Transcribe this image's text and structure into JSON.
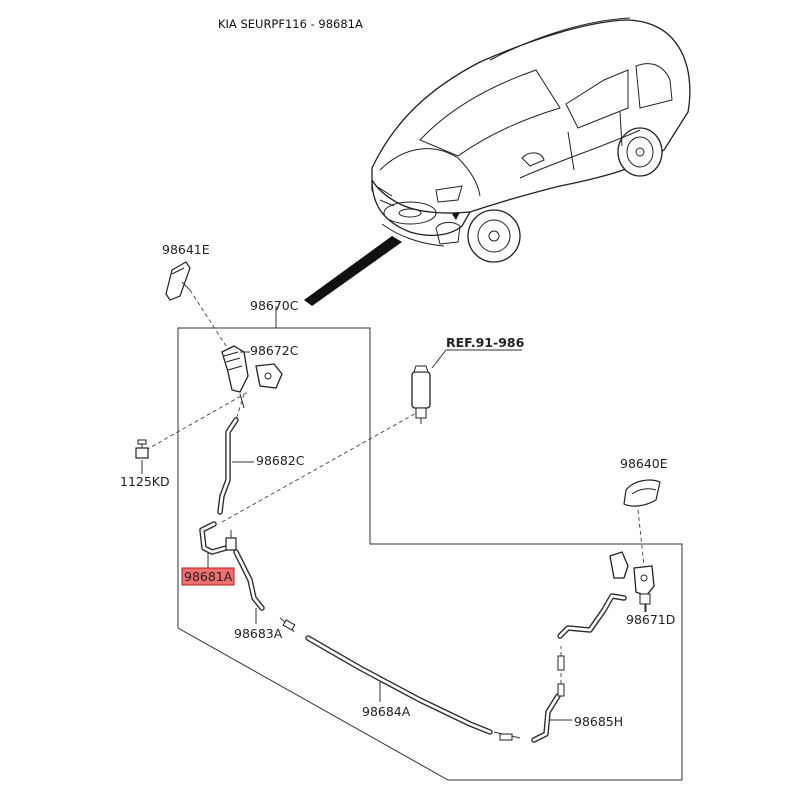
{
  "title": "KIA SEURPF116 - 98681A",
  "highlight_color": "#f26d6d",
  "line_color": "#333333",
  "labels": {
    "p98641E": "98641E",
    "p98670C": "98670C",
    "p98672C": "98672C",
    "ref": "REF.91-986",
    "p98682C": "98682C",
    "p1125KD": "1125KD",
    "p98640E": "98640E",
    "p98681A": "98681A",
    "p98683A": "98683A",
    "p98671D": "98671D",
    "p98684A": "98684A",
    "p98685H": "98685H"
  }
}
